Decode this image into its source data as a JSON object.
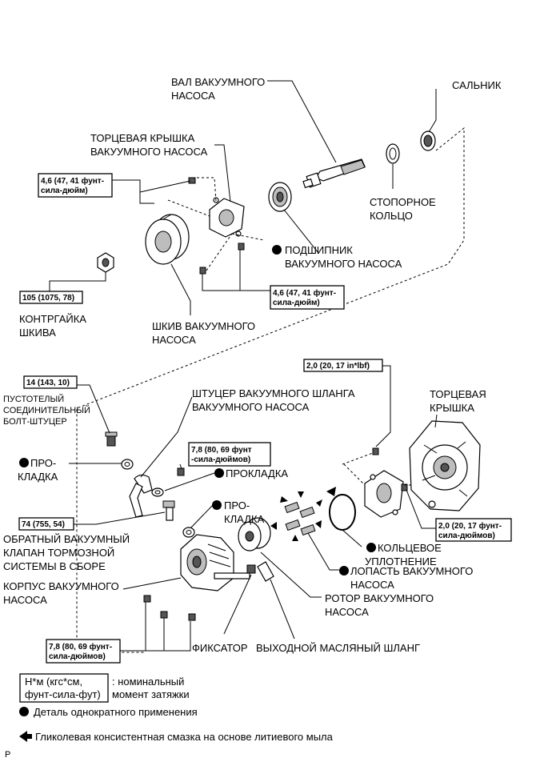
{
  "labels": {
    "shaft": [
      "ВАЛ ВАКУУМНОГО",
      "НАСОСА"
    ],
    "oil_seal": "САЛЬНИК",
    "end_cover_pump": [
      "ТОРЦЕВАЯ КРЫШКА",
      "ВАКУУМНОГО НАСОСА"
    ],
    "snap_ring": [
      "СТОПОРНОЕ",
      "КОЛЬЦО"
    ],
    "bearing": [
      "ПОДШИПНИК",
      "ВАКУУМНОГО НАСОСА"
    ],
    "pulley_nut": [
      "КОНТРГАЙКА",
      "ШКИВА"
    ],
    "pulley": [
      "ШКИВ ВАКУУМНОГО",
      "НАСОСА"
    ],
    "union_bolt": [
      "ПУСТОТЕЛЫЙ",
      "СОЕДИНИТЕЛЬНЫЙ",
      "БОЛТ-ШТУЦЕР"
    ],
    "gasket1": [
      "ПРО-",
      "КЛАДКА"
    ],
    "hose_union": [
      "ШТУЦЕР ВАКУУМНОГО ШЛАНГА",
      "ВАКУУМНОГО НАСОСА"
    ],
    "gasket2": "ПРОКЛАДКА",
    "gasket3": [
      "ПРО-",
      "КЛАДКА"
    ],
    "check_valve": [
      "ОБРАТНЫЙ ВАКУУМНЫЙ",
      "КЛАПАН ТОРМОЗНОЙ",
      "СИСТЕМЫ В СБОРЕ"
    ],
    "housing": [
      "КОРПУС ВАКУУМНОГО",
      "НАСОСА"
    ],
    "end_cover": [
      "ТОРЦЕВАЯ",
      "КРЫШКА"
    ],
    "o_ring": [
      "КОЛЬЦЕВОЕ",
      "УПЛОТНЕНИЕ"
    ],
    "blade": [
      "ЛОПАСТЬ ВАКУУМНОГО",
      "НАСОСА"
    ],
    "rotor": [
      "РОТОР ВАКУУМНОГО",
      "НАСОСА"
    ],
    "retainer": "ФИКСАТОР",
    "oil_hose": "ВЫХОДНОЙ МАСЛЯНЫЙ ШЛАНГ"
  },
  "torques": {
    "t1": [
      "4,6 (47, 41 фунт-",
      "сила-дюйм)"
    ],
    "t2": [
      "4,6 (47, 41 фунт-",
      "сила-дюйм)"
    ],
    "t3": [
      "105 (1075, 78)"
    ],
    "t4": [
      "14 (143, 10)"
    ],
    "t5": [
      "7,8 (80, 69 фунт",
      "-сила-дюймов)"
    ],
    "t6": [
      "74 (755, 54)"
    ],
    "t7": [
      "2,0 (20, 17 in*lbf)"
    ],
    "t8": [
      "2,0 (20, 17 фунт-",
      "сила-дюймов)"
    ],
    "t9": [
      "7,8 (80, 69 фунт-",
      "сила-дюймов)"
    ]
  },
  "legend": {
    "unit_box": [
      "Н*м (кгс*см,",
      "фунт-сила-фут)"
    ],
    "unit_desc": [
      ": номинальный",
      "момент затяжки"
    ],
    "single_use": "Деталь однократного применения",
    "grease": "Гликолевая консистентная смазка на основе литиевого мыла"
  },
  "corner_mark": "P"
}
